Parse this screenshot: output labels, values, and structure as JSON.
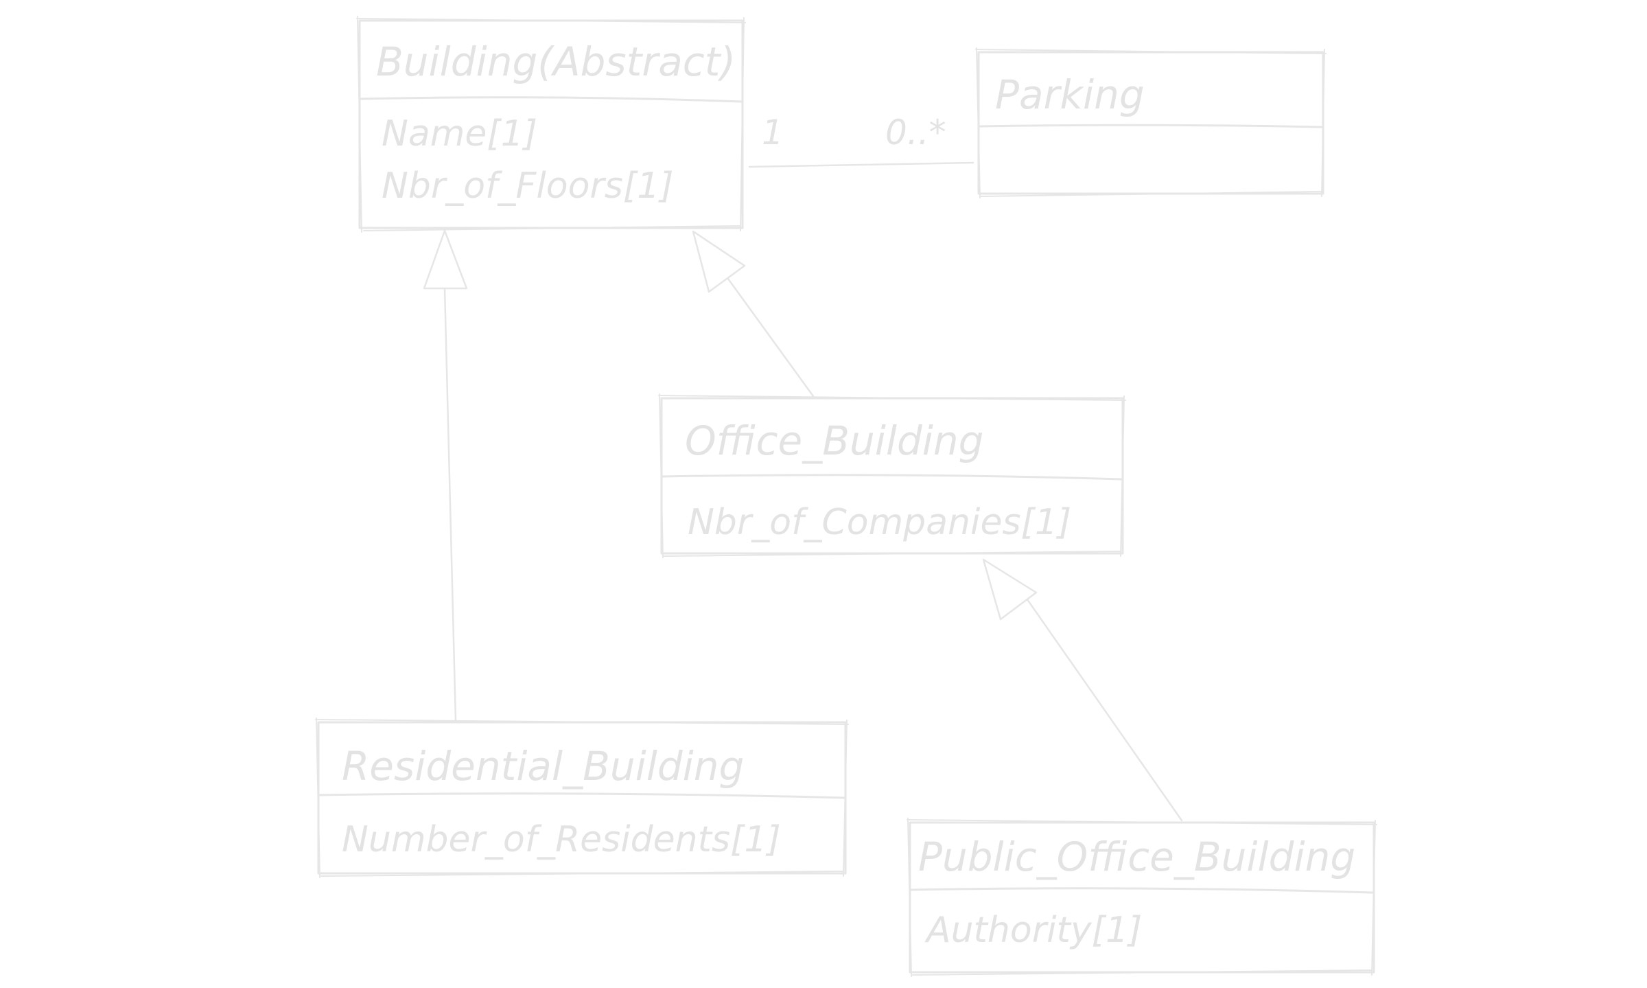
{
  "colors": {
    "stroke": "#e6e6e6",
    "text": "#e3e3e3",
    "background": "#ffffff"
  },
  "classes": {
    "building": {
      "name": "Building(Abstract)",
      "attributes": [
        "Name[1]",
        "Nbr_of_Floors[1]"
      ]
    },
    "parking": {
      "name": "Parking",
      "attributes": []
    },
    "office": {
      "name": "Office_Building",
      "attributes": [
        "Nbr_of_Companies[1]"
      ]
    },
    "residential": {
      "name": "Residential_Building",
      "attributes": [
        "Number_of_Residents[1]"
      ]
    },
    "public_office": {
      "name": "Public_Office_Building",
      "attributes": [
        "Authority[1]"
      ]
    }
  },
  "association": {
    "from": "building",
    "to": "parking",
    "from_multiplicity": "1",
    "to_multiplicity": "0..*"
  },
  "generalizations": [
    {
      "child": "residential",
      "parent": "building"
    },
    {
      "child": "office",
      "parent": "building"
    },
    {
      "child": "public_office",
      "parent": "office"
    }
  ]
}
